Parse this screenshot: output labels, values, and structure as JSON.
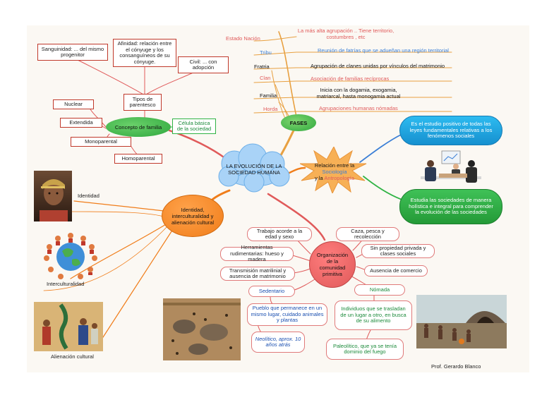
{
  "central": {
    "title": "LA EVOLUCIÓN DE LA SOCIEDAD HUMANA"
  },
  "familia": {
    "node": "Concepto de familia",
    "tipos_parentesco": "Tipos de parentesco",
    "sanguinidad": "Sanguinidad: ... del mismo progenitor",
    "afinidad": "Afinidad: relación entre el cónyuge y los consanguíneos de su cónyuge.",
    "civil": "Civil: ... con adopción",
    "celula": "Célula básica de la sociedad",
    "tipos": [
      "Nuclear",
      "Extendida",
      "Monoparental",
      "Homoparental"
    ]
  },
  "fases": {
    "node": "FASES",
    "estado_label": "Estado Nación",
    "estado_desc": "La más alta agrupación .. Tiene territorio, costumbres , etc",
    "items": [
      {
        "name": "Tribu",
        "desc": "Reunión de fatrías que se adueñan una región territorial"
      },
      {
        "name": "Fratria",
        "desc": "Agrupación de clanes unidas por vínculos del matrimonio"
      },
      {
        "name": "Clan",
        "desc": "Asociación de familias recíprocas"
      },
      {
        "name": "Familia",
        "desc": "Inicia con la dogamia, exogamia, matriarcal, hasta monogamia actual"
      },
      {
        "name": "Horda",
        "desc": "Agrupaciones humanas nómadas"
      }
    ]
  },
  "relacion": {
    "node_prefix": "Relación entre la",
    "sociologia": "Sociología",
    "y_la": "y la",
    "antropologia": "Antropología",
    "sociologia_desc": "Es el estudio positivo de todas las leyes fundamentales relativas a los fenómenos sociales",
    "antropologia_desc": "Estudia las sociedades de manera holística e integral para comprender la evolución de las sociedades"
  },
  "identidad": {
    "node": "Identidad, interculturalidad y alienación cultural",
    "items": [
      "Identidad",
      "Interculturalidad",
      "Alienación cultural"
    ]
  },
  "organizacion": {
    "node": "Organización de la comunidad primitiva",
    "left": [
      "Trabajo acorde a la edad y sexo",
      "Herramientas rudimentarias: hueso y madera",
      "Transmisión matrilinial y ausencia de matrimonio"
    ],
    "right": [
      "Caza, pesca y recolección",
      "Sin propiedad privada y clases sociales",
      "Ausencia de comercio"
    ],
    "sedentario": "Sedentario",
    "sedentario_desc": "Pueblo que permanece en un mismo lugar, cuidado animales y plantas",
    "neolitico": "Neolítico, aprox. 10 años atrás",
    "nomada": "Nómada",
    "nomada_desc": "Individuos que se trasladan de un lugar a otro, en busca de su alimento",
    "paleolitico": "Paleolítico, que ya se tenía dominio del fuego"
  },
  "author": "Prof. Gerardo Blanco",
  "colors": {
    "accent_orange": "#f07d1a",
    "node_red": "#e05a5a",
    "node_green": "#2fb344",
    "node_blue": "#1aa6e0",
    "cloud_blue": "#a9d3f7",
    "star_orange": "#f7b056"
  }
}
